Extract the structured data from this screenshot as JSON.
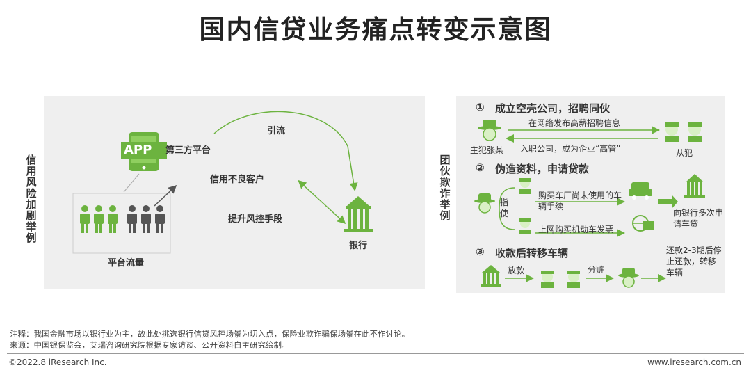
{
  "title": "国内信贷业务痛点转变示意图",
  "left_panel": {
    "side_label": "信用风险加剧举例",
    "app_label": "APP",
    "third_party": "第三方平台",
    "traffic": "平台流量",
    "attract": "引流",
    "bad_customer": "信用不良客户",
    "risk_control": "提升风控手段",
    "bank": "银行"
  },
  "right_panel": {
    "side_label": "团伙欺诈举例",
    "step1": {
      "num": "①",
      "title": "成立空壳公司，招聘同伙"
    },
    "post_online": "在网络发布高薪招聘信息",
    "join_company": "入职公司，成为企业“高管”",
    "principal": "主犯张某",
    "accomplice": "从犯",
    "step2": {
      "num": "②",
      "title": "伪造资料，申请贷款"
    },
    "instruct": "指使",
    "buy_car": "购买车厂尚未使用的车辆手续",
    "buy_invoice": "上网购买机动车发票",
    "apply_bank": "向银行多次申请车贷",
    "step3": {
      "num": "③",
      "title": "收款后转移车辆"
    },
    "loan": "放款",
    "split": "分赃",
    "repay": "还款2-3期后停止还款，转移车辆"
  },
  "notes": {
    "note": "注释：我国金融市场以银行业为主，故此处挑选银行信贷风控场景为切入点，保险业欺诈骗保场景在此不作讨论。",
    "source": "来源：中国银保监会，艾瑞咨询研究院根据专家访谈、公开资料自主研究绘制。"
  },
  "footer": {
    "copyright": "©2022.8 iResearch Inc.",
    "site": "www.iresearch.com.cn"
  },
  "colors": {
    "green": "#6cb33f",
    "dark_green": "#4e9a2b",
    "gray_person": "#555555",
    "panel": "#efefef"
  }
}
